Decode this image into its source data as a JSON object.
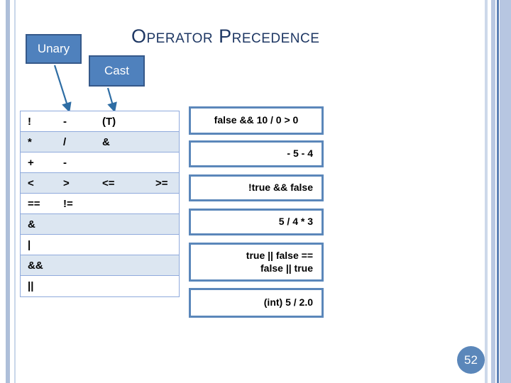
{
  "slide": {
    "title": "Operator Precedence",
    "page_number": "52"
  },
  "colors": {
    "accent_blue": "#4f81bd",
    "title_navy": "#1f3864",
    "table_row_alt": "#dce6f1",
    "table_border": "#8faadc",
    "box_border": "#5b87ba",
    "stripe_blue": "#b7c6e1"
  },
  "callouts": [
    {
      "id": "unary",
      "label": "Unary"
    },
    {
      "id": "cast",
      "label": "Cast"
    }
  ],
  "precedence_table": {
    "rows": [
      {
        "cells": [
          "!",
          "-",
          "(T)",
          ""
        ]
      },
      {
        "cells": [
          "*",
          "/",
          "&",
          ""
        ]
      },
      {
        "cells": [
          "+",
          "-",
          "",
          ""
        ]
      },
      {
        "cells": [
          "<",
          ">",
          "<=",
          ">="
        ]
      },
      {
        "cells": [
          "==",
          "!=",
          "",
          ""
        ]
      },
      {
        "cells": [
          "&",
          "",
          "",
          ""
        ]
      },
      {
        "cells": [
          "|",
          "",
          "",
          ""
        ]
      },
      {
        "cells": [
          "&&",
          "",
          "",
          ""
        ]
      },
      {
        "cells": [
          "||",
          "",
          "",
          ""
        ]
      }
    ]
  },
  "expressions": [
    {
      "id": "expr-0",
      "line1": "false && 10 / 0 > 0",
      "line2": ""
    },
    {
      "id": "expr-1",
      "line1": "- 5 - 4",
      "line2": ""
    },
    {
      "id": "expr-2",
      "line1": "!true && false",
      "line2": ""
    },
    {
      "id": "expr-3",
      "line1": "5 / 4 * 3",
      "line2": ""
    },
    {
      "id": "expr-4",
      "line1": "true || false ==",
      "line2": "false || true"
    },
    {
      "id": "expr-5",
      "line1": "(int) 5 / 2.0",
      "line2": ""
    }
  ]
}
